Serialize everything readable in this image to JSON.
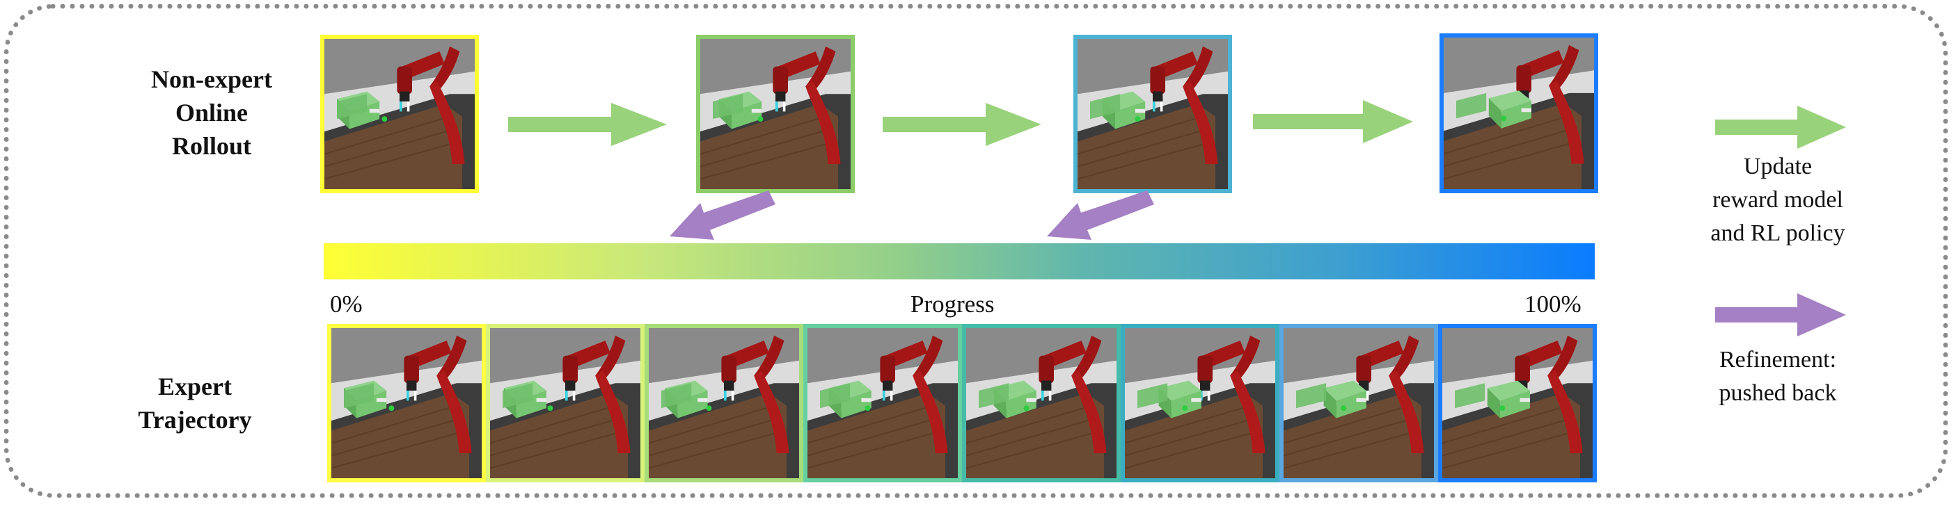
{
  "labels": {
    "top_row": [
      "Non-expert",
      "Online",
      "Rollout"
    ],
    "bottom_row": [
      "Expert",
      "Trajectory"
    ]
  },
  "progress": {
    "start": "0%",
    "center": "Progress",
    "end": "100%"
  },
  "legend": {
    "green_arrow": [
      "Update",
      "reward model",
      "and RL policy"
    ],
    "purple_arrow": [
      "Refinement:",
      "pushed back"
    ]
  },
  "colors": {
    "green_arrow": "#98d27a",
    "purple_arrow": "#a580c4",
    "gradient_start": "#ffff33",
    "gradient_mid1": "#c8e87a",
    "gradient_mid2": "#93cf8a",
    "gradient_mid3": "#5fb6ae",
    "gradient_mid4": "#3d9fd0",
    "gradient_end": "#0a7cff",
    "border": "#8a8a8a"
  },
  "rollout_frames": [
    {
      "progress": 0.0,
      "border": "#ffff33",
      "drawer_open": 0.0
    },
    {
      "progress": 0.33,
      "border": "#8ccd6a",
      "drawer_open": 0.2
    },
    {
      "progress": 0.66,
      "border": "#4db3d3",
      "drawer_open": 0.4
    },
    {
      "progress": 1.0,
      "border": "#1b7cff",
      "drawer_open": 1.0
    }
  ],
  "expert_frames": [
    {
      "progress": 0.0,
      "border": "#ffff44",
      "drawer_open": 0.0
    },
    {
      "progress": 0.14,
      "border": "#d9f27a",
      "drawer_open": 0.05
    },
    {
      "progress": 0.29,
      "border": "#a8dc7a",
      "drawer_open": 0.1
    },
    {
      "progress": 0.43,
      "border": "#66cfa0",
      "drawer_open": 0.25
    },
    {
      "progress": 0.57,
      "border": "#45bba8",
      "drawer_open": 0.45
    },
    {
      "progress": 0.71,
      "border": "#3aaec0",
      "drawer_open": 0.65
    },
    {
      "progress": 0.86,
      "border": "#5aa6e0",
      "drawer_open": 0.85
    },
    {
      "progress": 1.0,
      "border": "#1b7cff",
      "drawer_open": 1.0
    }
  ]
}
